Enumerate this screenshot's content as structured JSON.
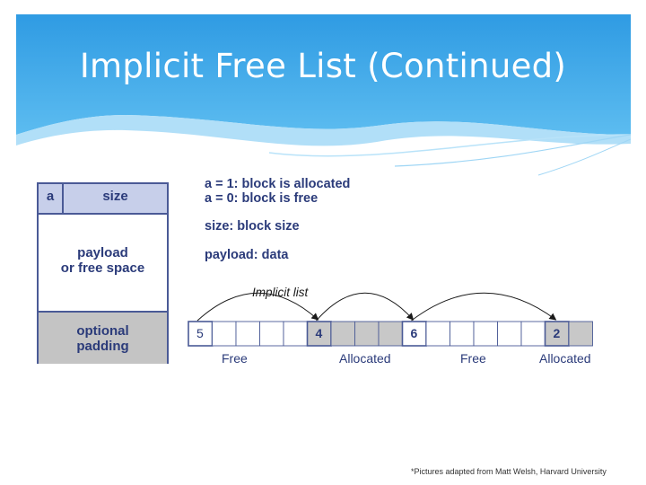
{
  "slide": {
    "title": "Implicit Free List (Continued)"
  },
  "block_format": {
    "a_label": "a",
    "size_label": "size",
    "payload_line1": "payload",
    "payload_line2": "or free space",
    "padding_line1": "optional",
    "padding_line2": "padding"
  },
  "legend": {
    "line1": "a = 1: block is allocated",
    "line2": "a = 0: block is free",
    "line3": "size: block size",
    "line4": "payload: data"
  },
  "implicit_list": {
    "label": "Implicit list",
    "blocks": [
      {
        "size_label": "5",
        "status": "Free",
        "cells": 5,
        "allocated": false
      },
      {
        "size_label": "4",
        "status": "Allocated",
        "cells": 4,
        "allocated": true
      },
      {
        "size_label": "6",
        "status": "Free",
        "cells": 6,
        "allocated": false
      },
      {
        "size_label": "2",
        "status": "Allocated",
        "cells": 2,
        "allocated": true
      }
    ]
  },
  "credit": "*Pictures adapted from Matt Welsh, Harvard University",
  "colors": {
    "header_blue": "#3ea6e6",
    "header_light": "#8fd0f5",
    "box_border": "#4a5a96",
    "header_fill": "#c7cfea",
    "padding_fill": "#c4c4c4",
    "allocated_fill": "#c8c8c8",
    "text_blue": "#2b3b7a"
  }
}
